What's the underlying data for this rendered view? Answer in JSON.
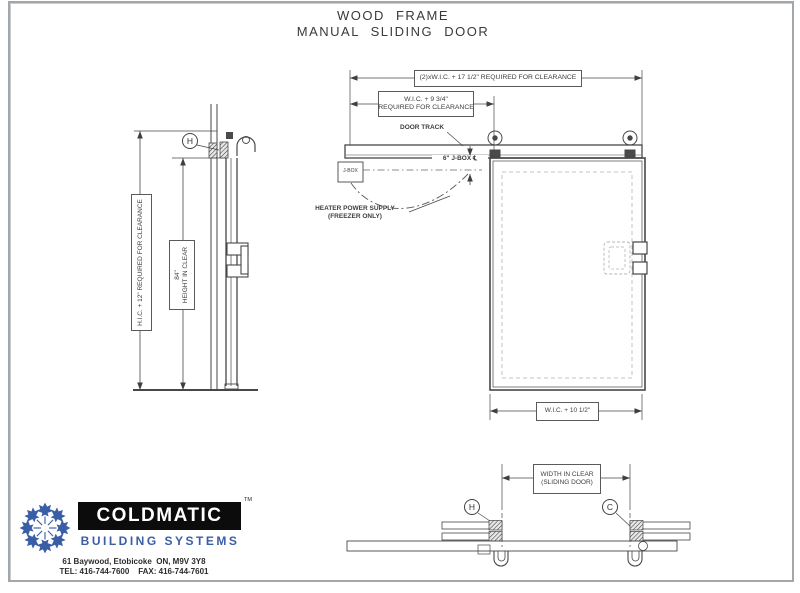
{
  "title": {
    "line1": "WOOD FRAME",
    "line2": "MANUAL SLIDING DOOR"
  },
  "front": {
    "dim_overall": "(2)xW.I.C. + 17 1/2\" REQUIRED FOR CLEARANCE",
    "dim_partial1": "W.I.C. + 9 3/4\"",
    "dim_partial2": "REQUIRED FOR CLEARANCE",
    "door_track": "DOOR TRACK",
    "jbox": "J-BOX",
    "jbox_offset": "6\" J-BOX ℄",
    "heater1": "HEATER POWER SUPPLY",
    "heater2": "(FREEZER ONLY)",
    "dim_width": "W.I.C. + 10 1/2\""
  },
  "side": {
    "dim_clearance": "H.I.C. + 12\" REQUIRED FOR CLEARANCE",
    "height_value": "84\"",
    "height_label": "HEIGHT IN CLEAR",
    "marker_h": "H"
  },
  "plan": {
    "dim1": "WIDTH IN CLEAR",
    "dim2": "(SLIDING DOOR)",
    "marker_h": "H",
    "marker_c": "C"
  },
  "brand": {
    "name": "COLDMATIC",
    "trademark": "TM",
    "tagline": "BUILDING SYSTEMS",
    "address": "61 Baywood, Etobicoke  ON, M9V 3Y8",
    "contact": "TEL: 416-744-7600    FAX: 416-744-7601",
    "accent_blue": "#3a5ea5"
  }
}
